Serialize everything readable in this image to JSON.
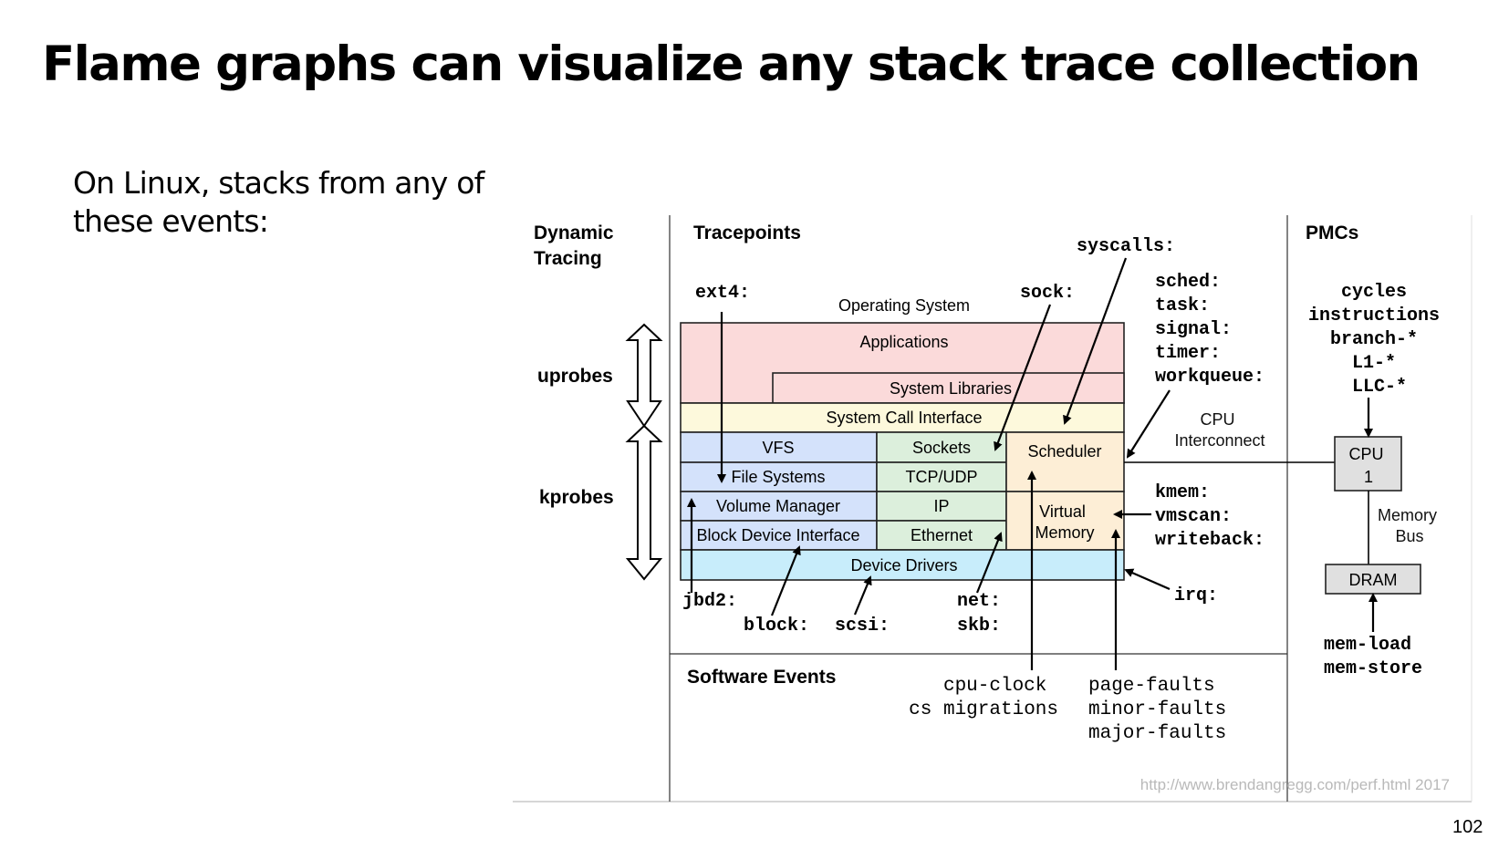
{
  "slide": {
    "title": "Flame graphs can visualize any stack trace collection",
    "body_lines": [
      "On Linux, stacks from any of",
      "these events:"
    ],
    "page_number": "102"
  },
  "diagram": {
    "sections": {
      "dynamic_tracing": [
        "Dynamic",
        "Tracing"
      ],
      "tracepoints": "Tracepoints",
      "pmcs": "PMCs",
      "software_events": "Software Events"
    },
    "probes": {
      "uprobes": "uprobes",
      "kprobes": "kprobes"
    },
    "os_label": "Operating System",
    "layers": {
      "applications": "Applications",
      "system_libraries": "System Libraries",
      "system_call_interface": "System Call Interface",
      "vfs": "VFS",
      "file_systems": "File Systems",
      "volume_manager": "Volume Manager",
      "block_device_interface": "Block Device Interface",
      "sockets": "Sockets",
      "tcp_udp": "TCP/UDP",
      "ip": "IP",
      "ethernet": "Ethernet",
      "scheduler": "Scheduler",
      "virtual_memory": [
        "Virtual",
        "Memory"
      ],
      "device_drivers": "Device Drivers"
    },
    "layer_colors": {
      "user": "#fbdada",
      "syscall": "#fdf9dc",
      "storage": "#d4e2fb",
      "network": "#dcefdc",
      "kernel_core": "#fdeed6",
      "drivers": "#c8edfb",
      "hardware": "#e0e0e0"
    },
    "tracepoints": {
      "ext4": "ext4:",
      "sock": "sock:",
      "syscalls": "syscalls:",
      "sched_group": [
        "sched:",
        "task:",
        "signal:",
        "timer:",
        "workqueue:"
      ],
      "mem_group": [
        "kmem:",
        "vmscan:",
        "writeback:"
      ],
      "jbd2": "jbd2:",
      "block": "block:",
      "scsi": "scsi:",
      "net_group": [
        "net:",
        "skb:"
      ],
      "irq": "irq:"
    },
    "software_events": {
      "cpu_group": [
        "cpu-clock",
        "cs migrations"
      ],
      "fault_group": [
        "page-faults",
        "minor-faults",
        "major-faults"
      ]
    },
    "pmcs": {
      "events": [
        "cycles",
        "instructions",
        "branch-*",
        "L1-*",
        "LLC-*"
      ],
      "cpu_box": [
        "CPU",
        "1"
      ],
      "cpu_interconnect": [
        "CPU",
        "Interconnect"
      ],
      "memory_bus": [
        "Memory",
        "Bus"
      ],
      "dram": "DRAM",
      "mem_events": [
        "mem-load",
        "mem-store"
      ]
    },
    "credit": "http://www.brendangregg.com/perf.html 2017"
  }
}
